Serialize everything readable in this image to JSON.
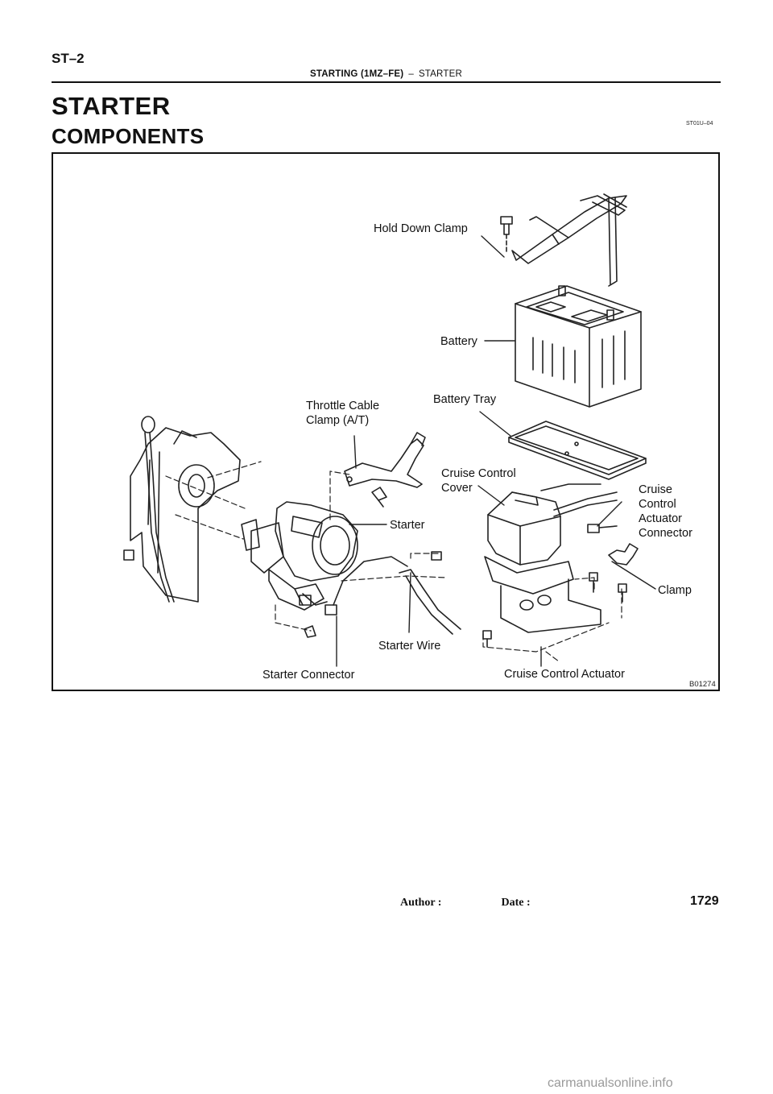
{
  "header": {
    "section_code": "ST–2",
    "chapter": "STARTING (1MZ–FE)",
    "separator": "–",
    "subject": "STARTER"
  },
  "title": "STARTER",
  "doc_code": "ST01U–04",
  "section_title": "COMPONENTS",
  "figure": {
    "code": "B01274",
    "callouts": {
      "hold_down_clamp": "Hold Down Clamp",
      "battery": "Battery",
      "battery_tray": "Battery Tray",
      "throttle_cable_clamp": "Throttle Cable\nClamp (A/T)",
      "cruise_control_cover": "Cruise Control\nCover",
      "cruise_control_actuator_connector": "Cruise\nControl\nActuator\nConnector",
      "starter": "Starter",
      "clamp": "Clamp",
      "starter_wire": "Starter Wire",
      "starter_connector": "Starter Connector",
      "cruise_control_actuator": "Cruise Control Actuator"
    }
  },
  "footer": {
    "author_label": "Author :",
    "date_label": "Date :",
    "page_number": "1729"
  },
  "watermark": "carmanualsonline.info"
}
